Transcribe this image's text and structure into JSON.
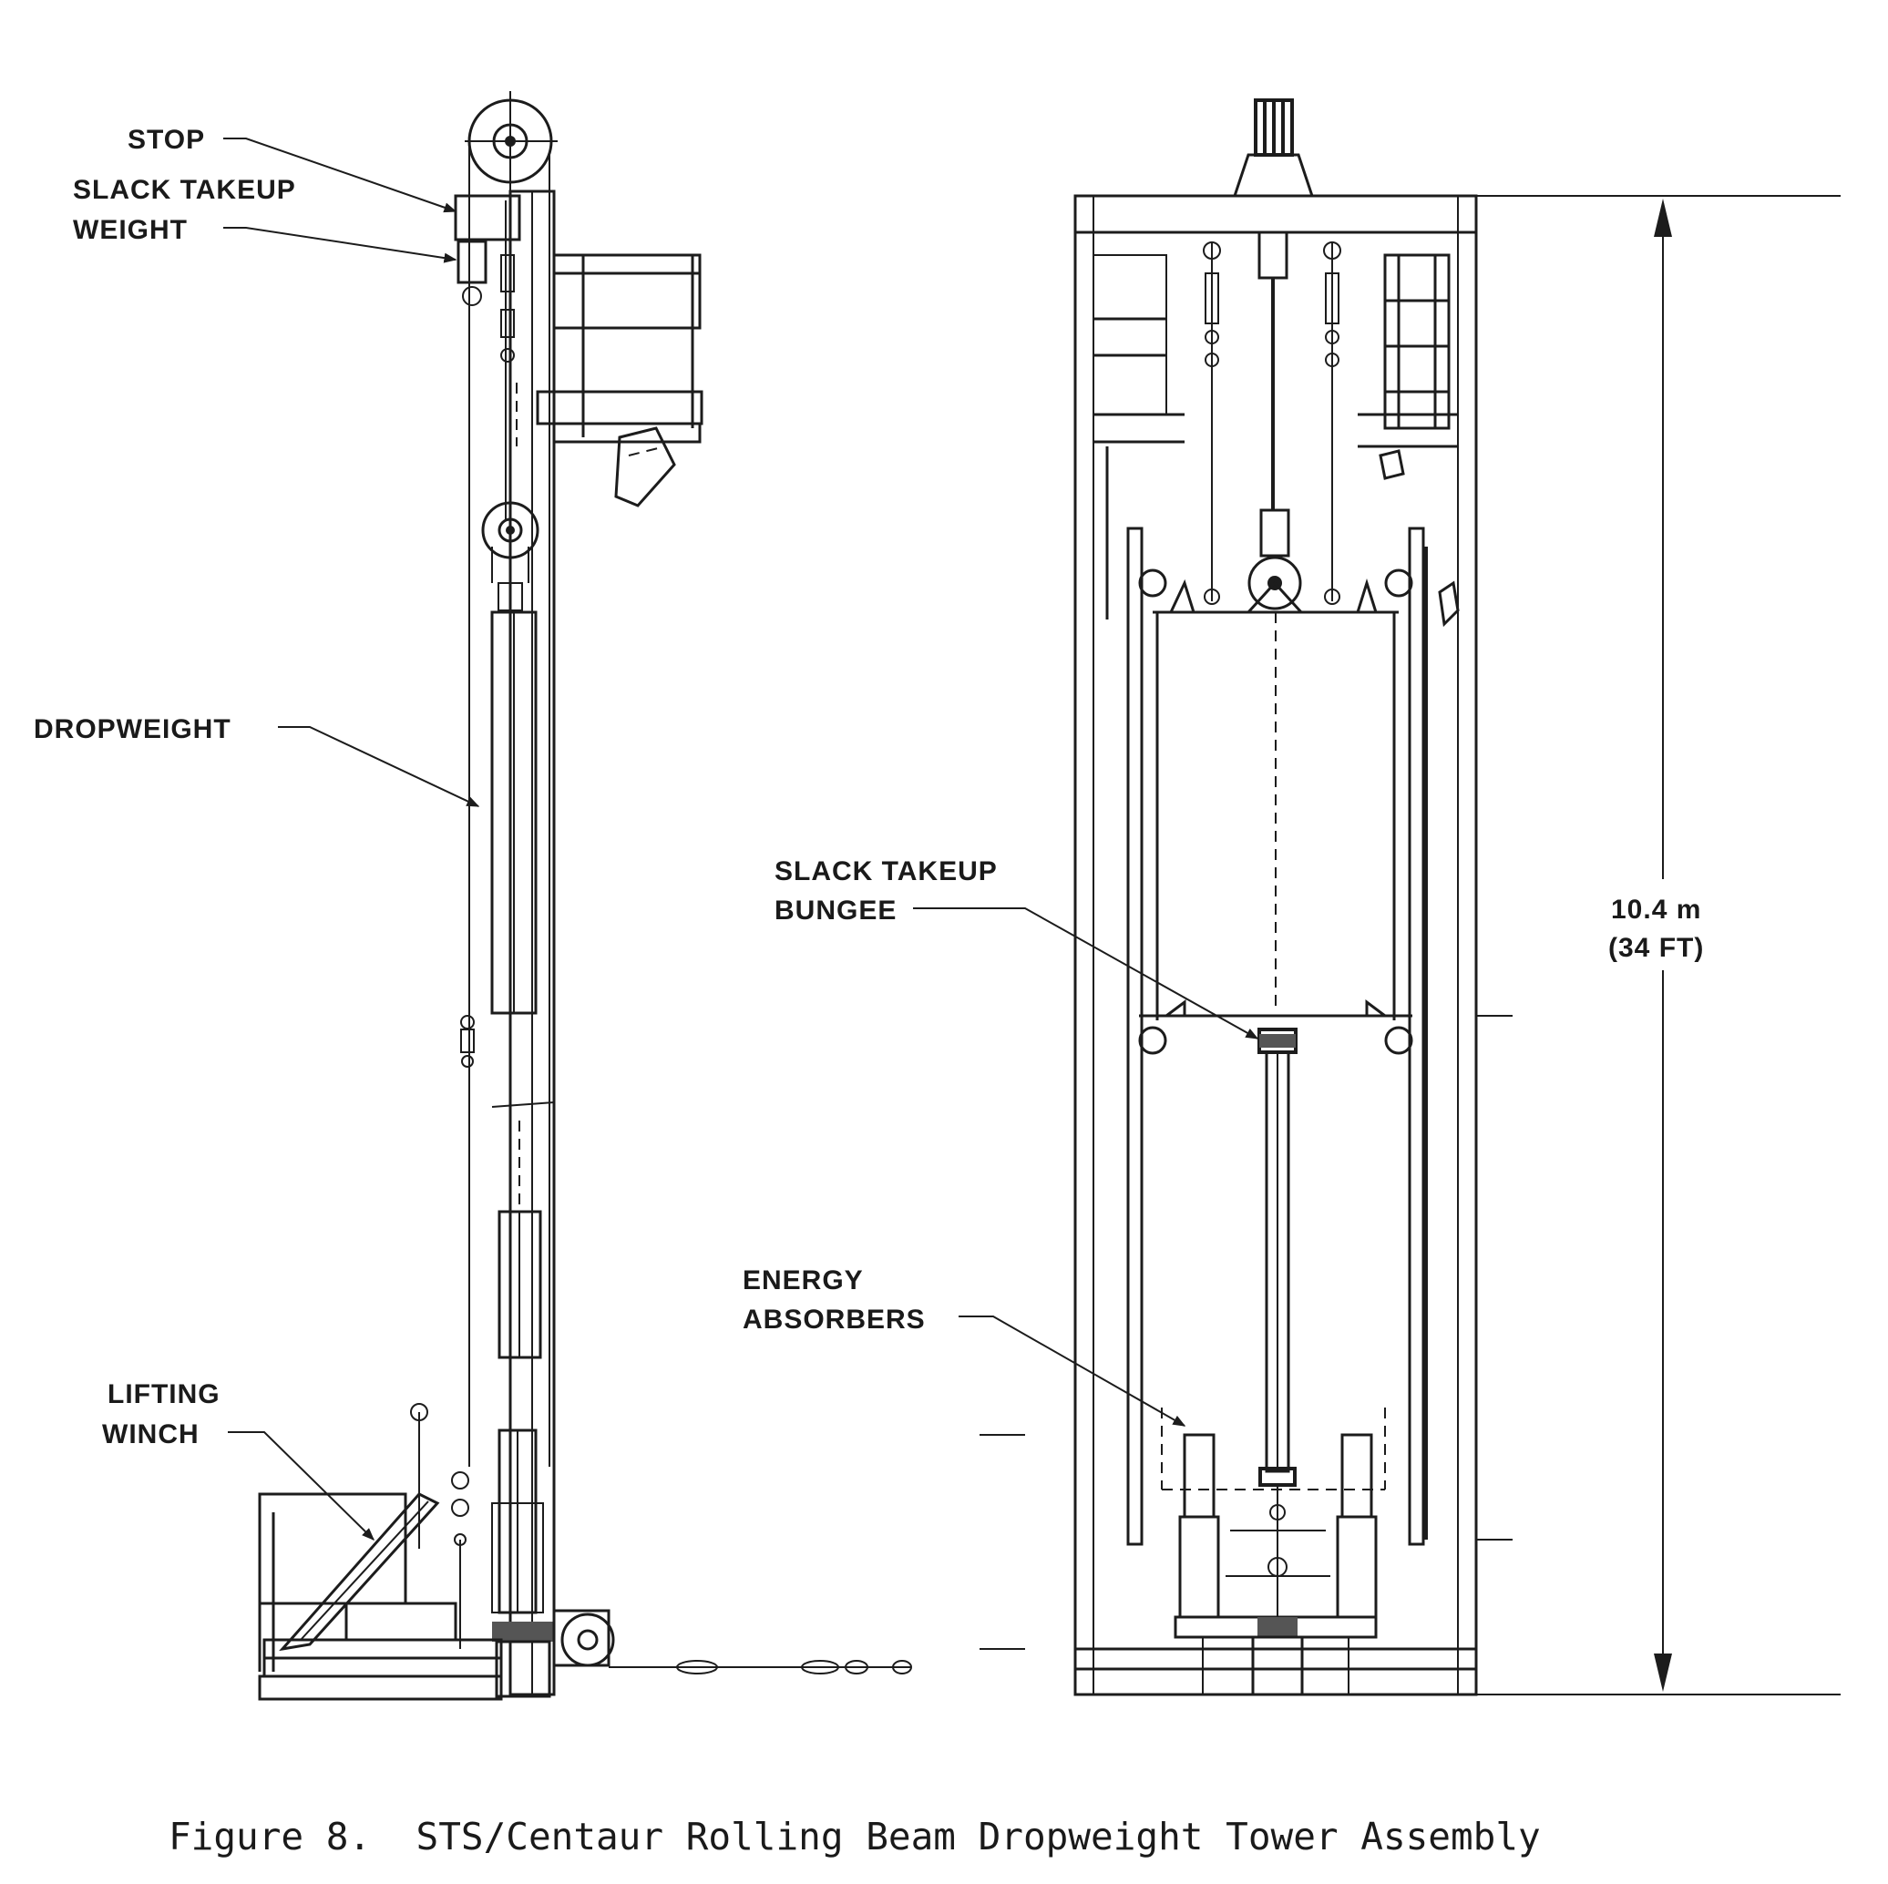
{
  "labels": {
    "stop": "STOP",
    "slack_takeup_weight_1": "SLACK TAKEUP",
    "slack_takeup_weight_2": "WEIGHT",
    "dropweight": "DROPWEIGHT",
    "lifting_winch_1": "LIFTING",
    "lifting_winch_2": "WINCH",
    "slack_takeup_bungee_1": "SLACK TAKEUP",
    "slack_takeup_bungee_2": "BUNGEE",
    "energy_absorbers_1": "ENERGY",
    "energy_absorbers_2": "ABSORBERS",
    "height_metric": "10.4 m",
    "height_imperial": "(34 FT)"
  },
  "caption": "Figure 8.  STS/Centaur Rolling Beam Dropweight Tower Assembly"
}
